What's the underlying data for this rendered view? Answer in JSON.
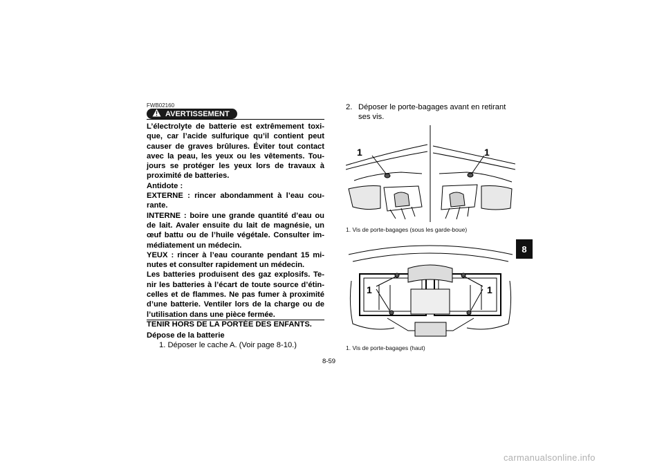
{
  "warning": {
    "code": "FWB02160",
    "label": "AVERTISSEMENT",
    "paragraphs": [
      "L’électrolyte de batterie est extrêmement toxi-que, car l’acide sulfurique qu’il contient peut causer de graves brûlures. Éviter tout contact avec la peau, les yeux ou les vêtements. Tou-jours se protéger les yeux lors de travaux à proximité de batteries.",
      "Antidote :",
      "EXTERNE : rincer abondamment à l’eau cou-rante.",
      "INTERNE : boire une grande quantité d’eau ou de lait. Avaler ensuite du lait de magnésie, un œuf battu ou de l’huile végétale. Consulter im-médiatement un médecin.",
      "YEUX : rincer à l’eau courante pendant 15 mi-nutes et consulter rapidement un médecin.",
      "Les batteries produisent des gaz explosifs. Te-nir les batteries à l’écart de toute source d’étin-celles et de flammes. Ne pas fumer à proximité d’une batterie. Ventiler lors de la charge ou de l’utilisation dans une pièce fermée.",
      "TENIR HORS DE LA PORTÉE DES ENFANTS."
    ]
  },
  "section_title": "Dépose de la batterie",
  "steps": [
    {
      "num": "1.",
      "text": "Déposer le cache A. (Voir page 8-10.)"
    },
    {
      "num": "2.",
      "line1": "Déposer le porte-bagages avant en retirant",
      "line2": "ses vis."
    }
  ],
  "figures": [
    {
      "callouts": [
        "1",
        "1"
      ],
      "caption": "1. Vis de porte-bagages (sous les garde-boue)"
    },
    {
      "callouts": [
        "1",
        "1"
      ],
      "caption": "1. Vis de porte-bagages (haut)"
    }
  ],
  "page_number": "8-59",
  "chapter_tab": "8",
  "watermark": "carmanualsonline.info"
}
